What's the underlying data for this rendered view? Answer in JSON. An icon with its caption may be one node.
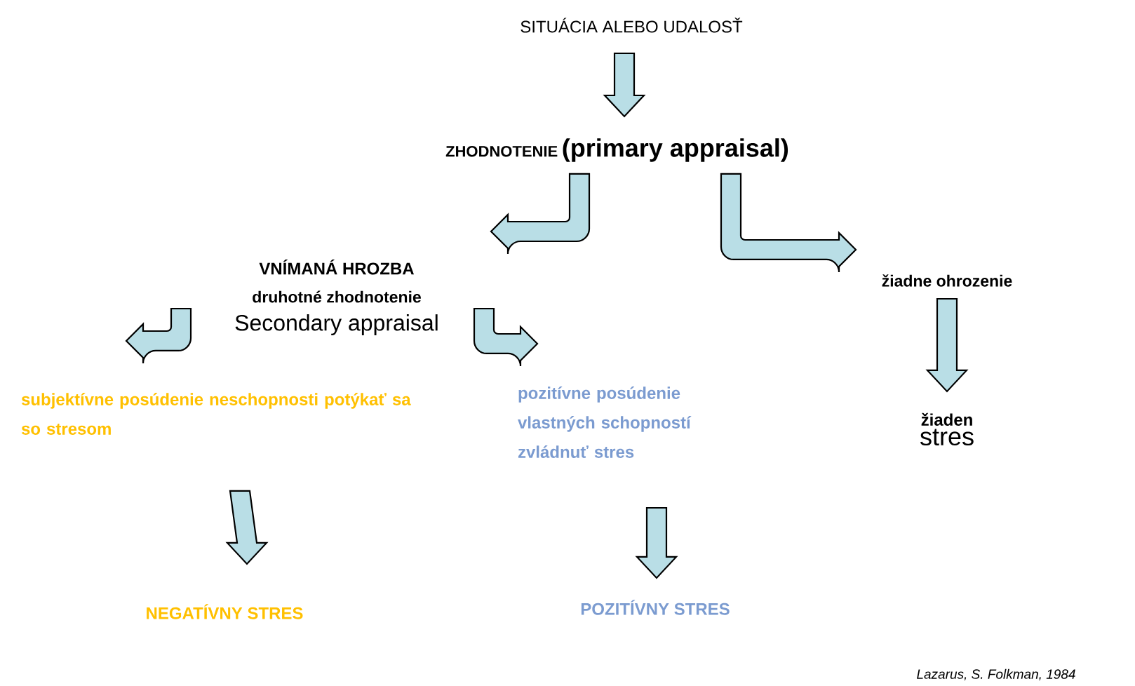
{
  "diagram": {
    "nodes": [
      {
        "text": [
          "SITUÁCIA ALEBO UDALOSŤ"
        ]
      },
      {
        "text": [
          "ZHODNOTENIE",
          "(primary appraisal)"
        ]
      },
      {
        "text": [
          "VNÍMANÁ HROZBA",
          "druhotné zhodnotenie",
          "Secondary appraisal"
        ]
      },
      {
        "text": [
          "žiadne ohrozenie"
        ]
      },
      {
        "text": [
          "subjektívne posúdenie neschopnosti potýkať sa so stresom"
        ]
      },
      {
        "text": [
          "pozitívne posúdenie vlastných schopností zvládnuť stres"
        ]
      },
      {
        "text": [
          "žiaden",
          "stres"
        ]
      },
      {
        "text": [
          "NEGATÍVNY STRES"
        ]
      },
      {
        "text": [
          "POZITÍVNY STRES"
        ]
      }
    ],
    "edges": [
      {
        "from": 0,
        "to": 1,
        "arrow": "to"
      },
      {
        "from": 1,
        "to": 2,
        "arrow": "to"
      },
      {
        "from": 1,
        "to": 3,
        "arrow": "to"
      },
      {
        "from": 2,
        "to": 4,
        "arrow": "to"
      },
      {
        "from": 2,
        "to": 5,
        "arrow": "to"
      },
      {
        "from": 3,
        "to": 6,
        "arrow": "to"
      },
      {
        "from": 4,
        "to": 7,
        "arrow": "to"
      },
      {
        "from": 5,
        "to": 8,
        "arrow": "to"
      }
    ],
    "labels": [
      "Lazarus, S. Folkman, 1984"
    ]
  }
}
